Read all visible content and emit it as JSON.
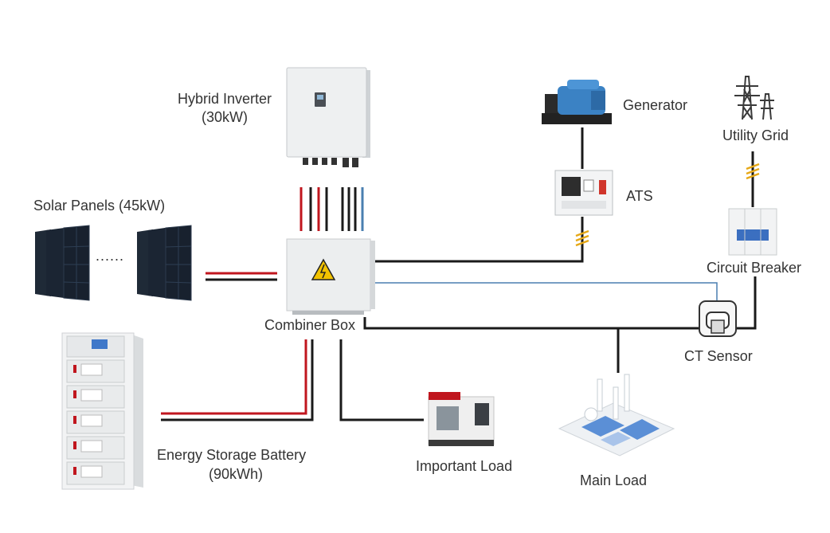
{
  "labels": {
    "inverter": "Hybrid Inverter",
    "inverter_power": "(30kW)",
    "solar": "Solar Panels (45kW)",
    "solar_ellipsis": "......",
    "combiner": "Combiner Box",
    "battery": "Energy Storage Battery",
    "battery_capacity": "(90kWh)",
    "generator": "Generator",
    "ats": "ATS",
    "utility": "Utility Grid",
    "breaker": "Circuit Breaker",
    "ct": "CT Sensor",
    "important_load": "Important Load",
    "main_load": "Main Load"
  },
  "colors": {
    "ac_line": "#1a1a1a",
    "dc_positive": "#c0161e",
    "comm_line": "#4a7fb0",
    "label_text": "#333333",
    "break_mark": "#e6a817"
  },
  "icons": {
    "inverter": "hybrid-inverter-icon",
    "solar": "solar-panel-icon",
    "combiner": "combiner-box-icon",
    "battery": "battery-rack-icon",
    "generator": "generator-icon",
    "ats": "ats-switch-icon",
    "utility": "power-tower-icon",
    "breaker": "circuit-breaker-icon",
    "ct": "ct-sensor-icon",
    "important_load": "cnc-machine-icon",
    "main_load": "factory-icon",
    "warning": "high-voltage-warning-icon"
  }
}
